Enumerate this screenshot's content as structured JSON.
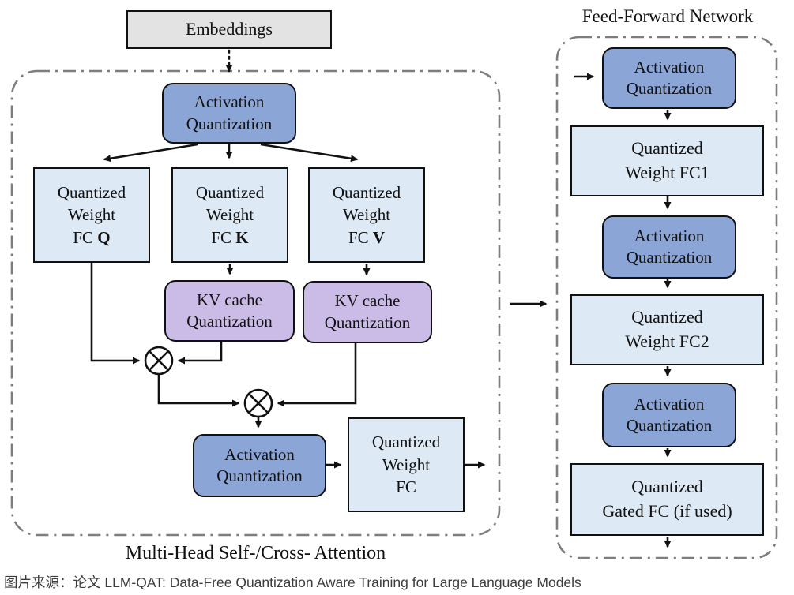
{
  "diagram": {
    "embeddings_label": "Embeddings",
    "attention": {
      "caption": "Multi-Head Self-/Cross- Attention",
      "activation_quantization_in": {
        "line1": "Activation",
        "line2": "Quantization"
      },
      "fc_q": {
        "line1": "Quantized",
        "line2": "Weight",
        "line3": "FC",
        "head": "Q"
      },
      "fc_k": {
        "line1": "Quantized",
        "line2": "Weight",
        "line3": "FC",
        "head": "K"
      },
      "fc_v": {
        "line1": "Quantized",
        "line2": "Weight",
        "line3": "FC",
        "head": "V"
      },
      "kv_cache_k": {
        "line1": "KV cache",
        "line2": "Quantization"
      },
      "kv_cache_v": {
        "line1": "KV cache",
        "line2": "Quantization"
      },
      "activation_quantization_out": {
        "line1": "Activation",
        "line2": "Quantization"
      },
      "fc_output": {
        "line1": "Quantized",
        "line2": "Weight",
        "line3": "FC"
      },
      "multiply_icon": "circled-times"
    },
    "ffn": {
      "title": "Feed-Forward Network",
      "activation_quantization_1": {
        "line1": "Activation",
        "line2": "Quantization"
      },
      "fc1": {
        "line1": "Quantized",
        "line2": "Weight FC1"
      },
      "activation_quantization_2": {
        "line1": "Activation",
        "line2": "Quantization"
      },
      "fc2": {
        "line1": "Quantized",
        "line2": "Weight FC2"
      },
      "activation_quantization_3": {
        "line1": "Activation",
        "line2": "Quantization"
      },
      "gated_fc": {
        "line1": "Quantized",
        "line2": "Gated FC (if used)"
      }
    },
    "source_caption": "图片来源：论文 LLM-QAT: Data-Free Quantization Aware Training for Large Language Models",
    "colors": {
      "activation_box": "#8ca5d7",
      "weight_box": "#dde9f4",
      "kv_cache_box": "#cabce6",
      "embeddings_box": "#e3e3e3",
      "panel_border": "#7d7d7d",
      "line": "#111111"
    }
  }
}
